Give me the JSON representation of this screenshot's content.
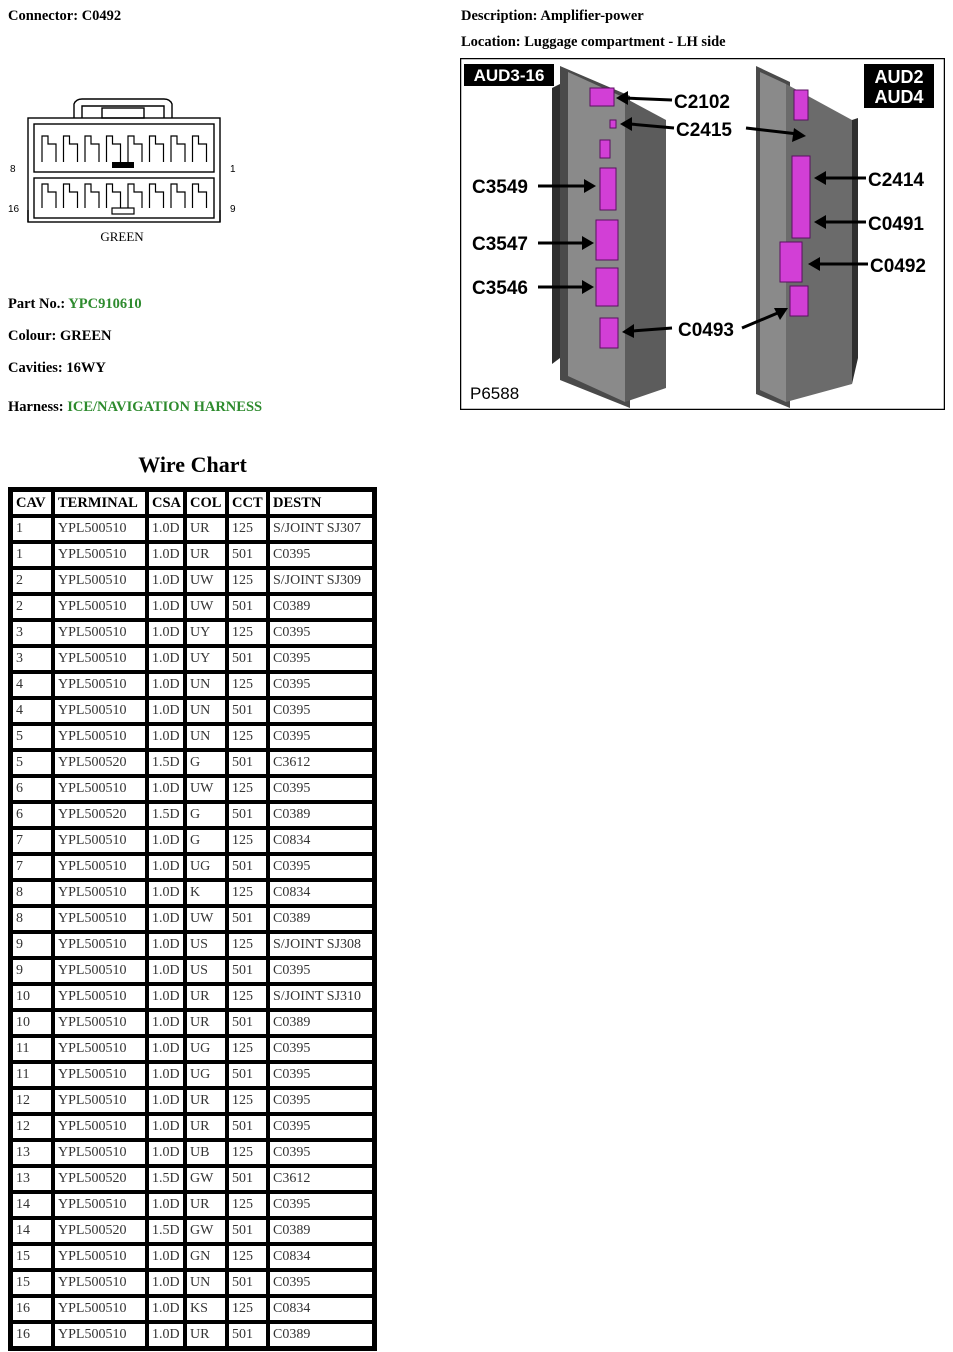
{
  "header": {
    "connector_label": "Connector:",
    "connector_value": "C0492",
    "description_label": "Description:",
    "description_value": "Amplifier-power",
    "location_label": "Location:",
    "location_value": "Luggage compartment - LH side"
  },
  "connector_diagram": {
    "pin_top_left": "8",
    "pin_top_right": "1",
    "pin_bottom_left": "16",
    "pin_bottom_right": "9",
    "colour_caption": "GREEN"
  },
  "details": {
    "part_no_label": "Part No.:",
    "part_no_value": "YPC910610",
    "colour_label": "Colour:",
    "colour_value": "GREEN",
    "cavities_label": "Cavities:",
    "cavities_value": "16WY",
    "harness_label": "Harness:",
    "harness_value": "ICE/NAVIGATION HARNESS"
  },
  "figure": {
    "tag_left": "AUD3-16",
    "tag_right_line1": "AUD2",
    "tag_right_line2": "AUD4",
    "ref": "P6588",
    "callouts": [
      "C2102",
      "C2415",
      "C3549",
      "C2414",
      "C0491",
      "C3547",
      "C0492",
      "C3546",
      "C0493"
    ]
  },
  "wire_chart": {
    "title": "Wire Chart",
    "columns": [
      "CAV",
      "TERMINAL",
      "CSA",
      "COL",
      "CCT",
      "DESTN"
    ],
    "rows": [
      [
        "1",
        "YPL500510",
        "1.0D",
        "UR",
        "125",
        "S/JOINT SJ307"
      ],
      [
        "1",
        "YPL500510",
        "1.0D",
        "UR",
        "501",
        "C0395"
      ],
      [
        "2",
        "YPL500510",
        "1.0D",
        "UW",
        "125",
        "S/JOINT SJ309"
      ],
      [
        "2",
        "YPL500510",
        "1.0D",
        "UW",
        "501",
        "C0389"
      ],
      [
        "3",
        "YPL500510",
        "1.0D",
        "UY",
        "125",
        "C0395"
      ],
      [
        "3",
        "YPL500510",
        "1.0D",
        "UY",
        "501",
        "C0395"
      ],
      [
        "4",
        "YPL500510",
        "1.0D",
        "UN",
        "125",
        "C0395"
      ],
      [
        "4",
        "YPL500510",
        "1.0D",
        "UN",
        "501",
        "C0395"
      ],
      [
        "5",
        "YPL500510",
        "1.0D",
        "UN",
        "125",
        "C0395"
      ],
      [
        "5",
        "YPL500520",
        "1.5D",
        "G",
        "501",
        "C3612"
      ],
      [
        "6",
        "YPL500510",
        "1.0D",
        "UW",
        "125",
        "C0395"
      ],
      [
        "6",
        "YPL500520",
        "1.5D",
        "G",
        "501",
        "C0389"
      ],
      [
        "7",
        "YPL500510",
        "1.0D",
        "G",
        "125",
        "C0834"
      ],
      [
        "7",
        "YPL500510",
        "1.0D",
        "UG",
        "501",
        "C0395"
      ],
      [
        "8",
        "YPL500510",
        "1.0D",
        "K",
        "125",
        "C0834"
      ],
      [
        "8",
        "YPL500510",
        "1.0D",
        "UW",
        "501",
        "C0389"
      ],
      [
        "9",
        "YPL500510",
        "1.0D",
        "US",
        "125",
        "S/JOINT SJ308"
      ],
      [
        "9",
        "YPL500510",
        "1.0D",
        "US",
        "501",
        "C0395"
      ],
      [
        "10",
        "YPL500510",
        "1.0D",
        "UR",
        "125",
        "S/JOINT SJ310"
      ],
      [
        "10",
        "YPL500510",
        "1.0D",
        "UR",
        "501",
        "C0389"
      ],
      [
        "11",
        "YPL500510",
        "1.0D",
        "UG",
        "125",
        "C0395"
      ],
      [
        "11",
        "YPL500510",
        "1.0D",
        "UG",
        "501",
        "C0395"
      ],
      [
        "12",
        "YPL500510",
        "1.0D",
        "UR",
        "125",
        "C0395"
      ],
      [
        "12",
        "YPL500510",
        "1.0D",
        "UR",
        "501",
        "C0395"
      ],
      [
        "13",
        "YPL500510",
        "1.0D",
        "UB",
        "125",
        "C0395"
      ],
      [
        "13",
        "YPL500520",
        "1.5D",
        "GW",
        "501",
        "C3612"
      ],
      [
        "14",
        "YPL500510",
        "1.0D",
        "UR",
        "125",
        "C0395"
      ],
      [
        "14",
        "YPL500520",
        "1.5D",
        "GW",
        "501",
        "C0389"
      ],
      [
        "15",
        "YPL500510",
        "1.0D",
        "GN",
        "125",
        "C0834"
      ],
      [
        "15",
        "YPL500510",
        "1.0D",
        "UN",
        "501",
        "C0395"
      ],
      [
        "16",
        "YPL500510",
        "1.0D",
        "KS",
        "125",
        "C0834"
      ],
      [
        "16",
        "YPL500510",
        "1.0D",
        "UR",
        "501",
        "C0389"
      ]
    ]
  },
  "colors": {
    "accent_green": "#2e8b2e",
    "connector_magenta": "#d23fd6"
  }
}
